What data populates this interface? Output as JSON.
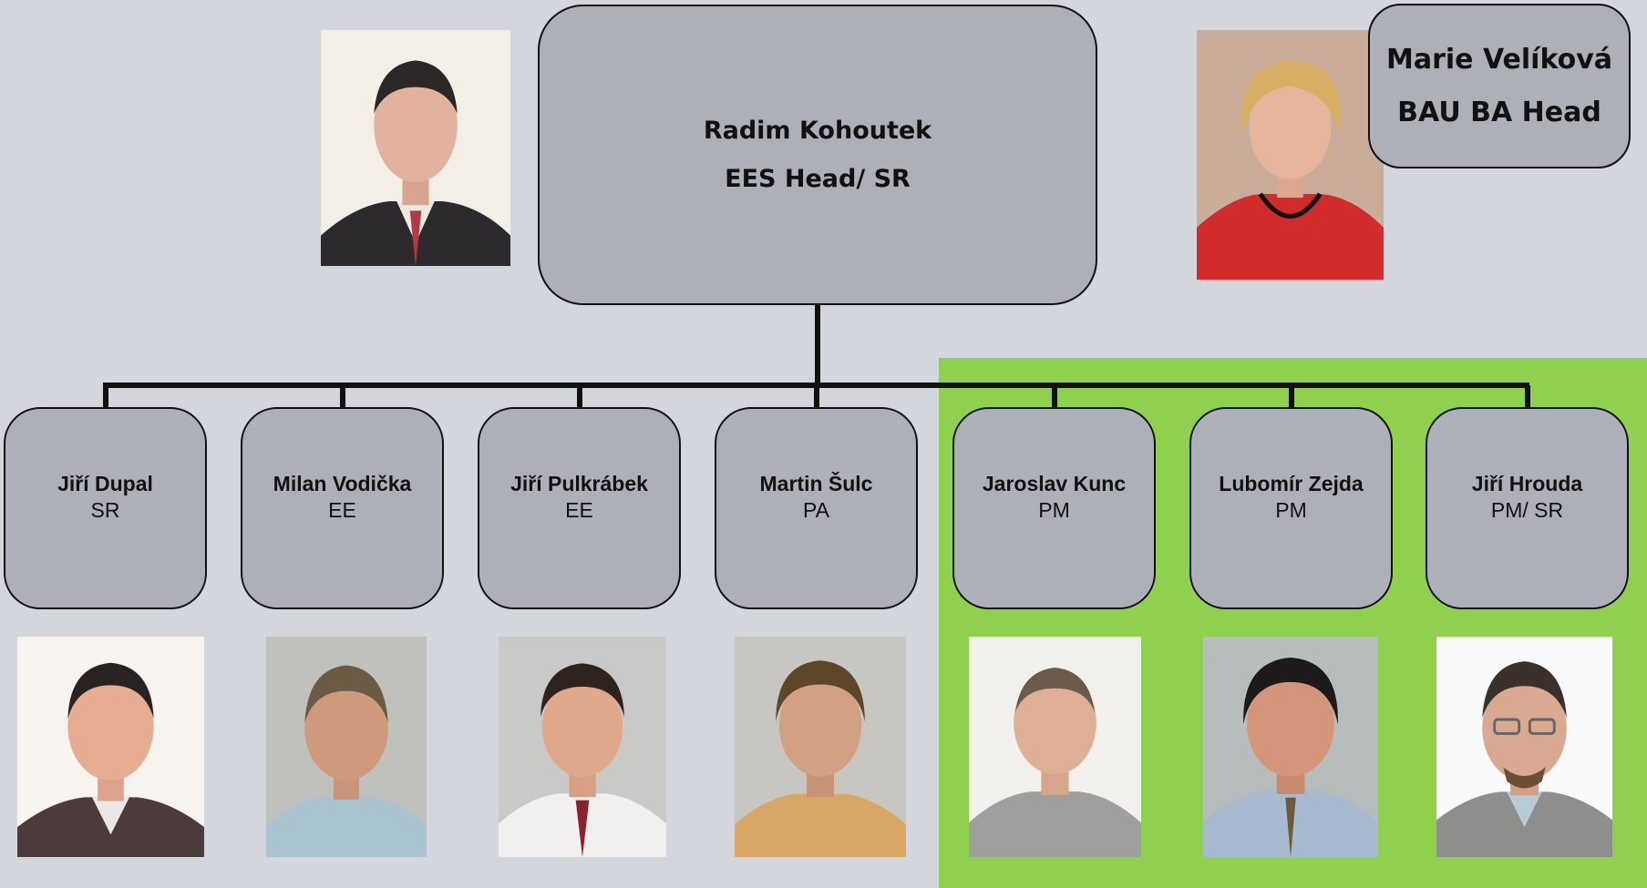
{
  "head": {
    "name": "Radim Kohoutek",
    "title": "EES Head/ SR"
  },
  "side": {
    "name": "Marie Velíková",
    "title": "BAU BA Head"
  },
  "members": [
    {
      "name": "Jiří Dupal",
      "role": "SR"
    },
    {
      "name": "Milan Vodička",
      "role": "EE"
    },
    {
      "name": "Jiří Pulkrábek",
      "role": "EE"
    },
    {
      "name": "Martin Šulc",
      "role": "PA"
    },
    {
      "name": "Jaroslav Kunc",
      "role": "PM"
    },
    {
      "name": "Lubomír Zejda",
      "role": "PM"
    },
    {
      "name": "Jiří Hrouda",
      "role": "PM/ SR"
    }
  ],
  "colors": {
    "background": "#d3d6dc",
    "box_fill": "#adb0b9",
    "highlight_panel": "#8fd14f",
    "line": "#111111"
  }
}
